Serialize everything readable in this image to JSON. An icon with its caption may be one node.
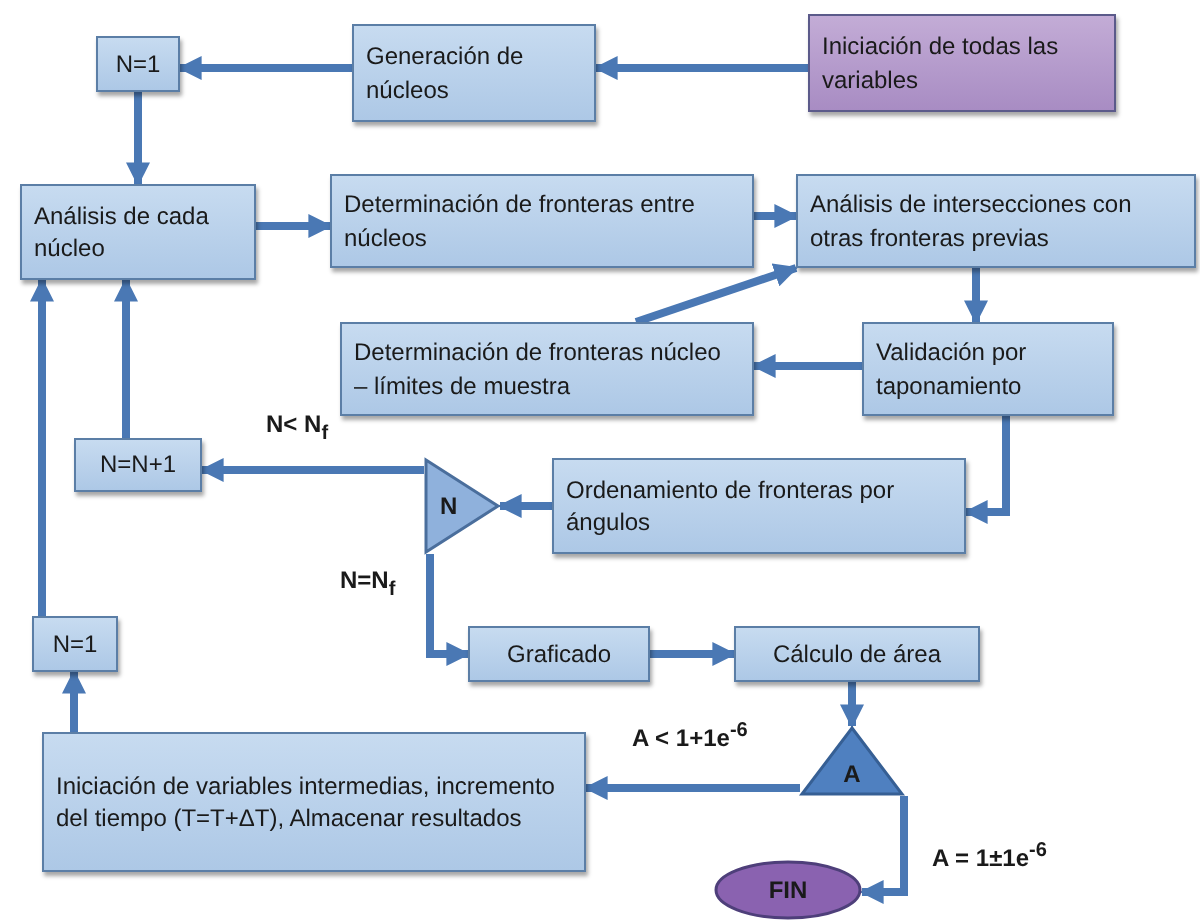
{
  "diagram": {
    "nodes": [
      {
        "text": [
          "Iniciación de todas las variables"
        ]
      },
      {
        "text": [
          "Generación de núcleos"
        ]
      },
      {
        "text": [
          "N=1"
        ]
      },
      {
        "text": [
          "Análisis de cada núcleo"
        ]
      },
      {
        "text": [
          "Determinación de fronteras entre núcleos"
        ]
      },
      {
        "text": [
          "Análisis de intersecciones con otras fronteras previas"
        ]
      },
      {
        "text": [
          "Determinación de fronteras núcleo – límites de muestra"
        ]
      },
      {
        "text": [
          "Validación por taponamiento"
        ]
      },
      {
        "text": [
          "Ordenamiento de fronteras por ángulos"
        ]
      },
      {
        "text": [
          "N"
        ]
      },
      {
        "text": [
          "N=N+1"
        ]
      },
      {
        "text": [
          "N=1"
        ]
      },
      {
        "text": [
          "Graficado"
        ]
      },
      {
        "text": [
          "Cálculo de área"
        ]
      },
      {
        "text": [
          "A"
        ]
      },
      {
        "text": [
          "Iniciación de variables intermedias, incremento del tiempo (T=T+ΔT), Almacenar resultados"
        ]
      },
      {
        "text": [
          "FIN"
        ]
      }
    ],
    "edges": [
      {
        "from": 0,
        "to": 1,
        "arrow": "to"
      },
      {
        "from": 1,
        "to": 2,
        "arrow": "to"
      },
      {
        "from": 2,
        "to": 3,
        "arrow": "to"
      },
      {
        "from": 3,
        "to": 4,
        "arrow": "to"
      },
      {
        "from": 4,
        "to": 5,
        "arrow": "to"
      },
      {
        "from": 5,
        "to": 7,
        "arrow": "to"
      },
      {
        "from": 7,
        "to": 6,
        "arrow": "to"
      },
      {
        "from": 6,
        "to": 5,
        "arrow": "to"
      },
      {
        "from": 7,
        "to": 8,
        "arrow": "to"
      },
      {
        "from": 8,
        "to": 9,
        "arrow": "to"
      },
      {
        "from": 9,
        "to": 10,
        "arrow": "to",
        "label": "N< N$_{f}$"
      },
      {
        "from": 10,
        "to": 3,
        "arrow": "to"
      },
      {
        "from": 9,
        "to": 12,
        "arrow": "to",
        "label": "N=N$_{f}$"
      },
      {
        "from": 12,
        "to": 13,
        "arrow": "to"
      },
      {
        "from": 13,
        "to": 14,
        "arrow": "to"
      },
      {
        "from": 14,
        "to": 15,
        "arrow": "to",
        "label": "A < 1+1e$^{-6}$"
      },
      {
        "from": 14,
        "to": 16,
        "arrow": "to",
        "label": "A = 1±1e$^{-6}$"
      },
      {
        "from": 15,
        "to": 11,
        "arrow": "to"
      },
      {
        "from": 11,
        "to": 3,
        "arrow": "to"
      }
    ]
  }
}
